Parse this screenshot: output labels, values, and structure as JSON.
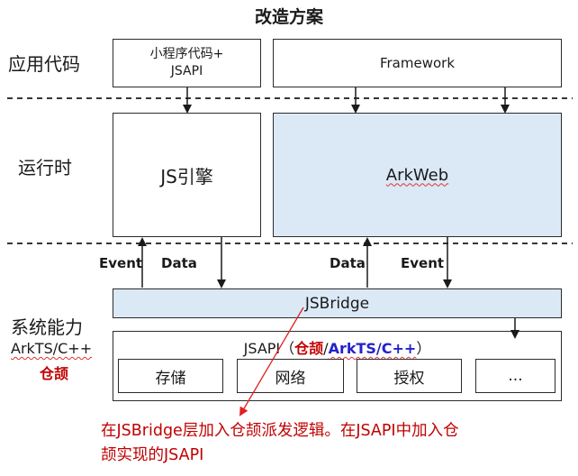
{
  "title": "改造方案",
  "layers": {
    "app_code": "应用代码",
    "runtime": "运行时",
    "system_capability": "系统能力",
    "arkts": "ArkTS/C++",
    "storehouse": "仓颉"
  },
  "boxes": {
    "miniprogram_line1": "小程序代码+",
    "miniprogram_line2": "JSAPI",
    "framework": "Framework",
    "js_engine": "JS引擎",
    "arkweb": "ArkWeb",
    "jsbridge": "JSBridge",
    "jsapi_prefix": "JSAPI（",
    "jsapi_cangjie": "仓颉",
    "jsapi_slash": "/",
    "jsapi_arkts": "ArkTS/C++",
    "jsapi_suffix": "）"
  },
  "capabilities": [
    "存储",
    "网络",
    "授权",
    "..."
  ],
  "flow_labels": {
    "event_left": "Event",
    "data_left": "Data",
    "data_right": "Data",
    "event_right": "Event"
  },
  "annotation": {
    "line1": "在JSBridge层加入仓颉派发逻辑。在JSAPI中加入仓",
    "line2": "颉实现的JSAPI"
  },
  "colors": {
    "blue_fill": "#dbe9f7",
    "accent_red": "#c00000",
    "accent_blue": "#2222cc"
  }
}
